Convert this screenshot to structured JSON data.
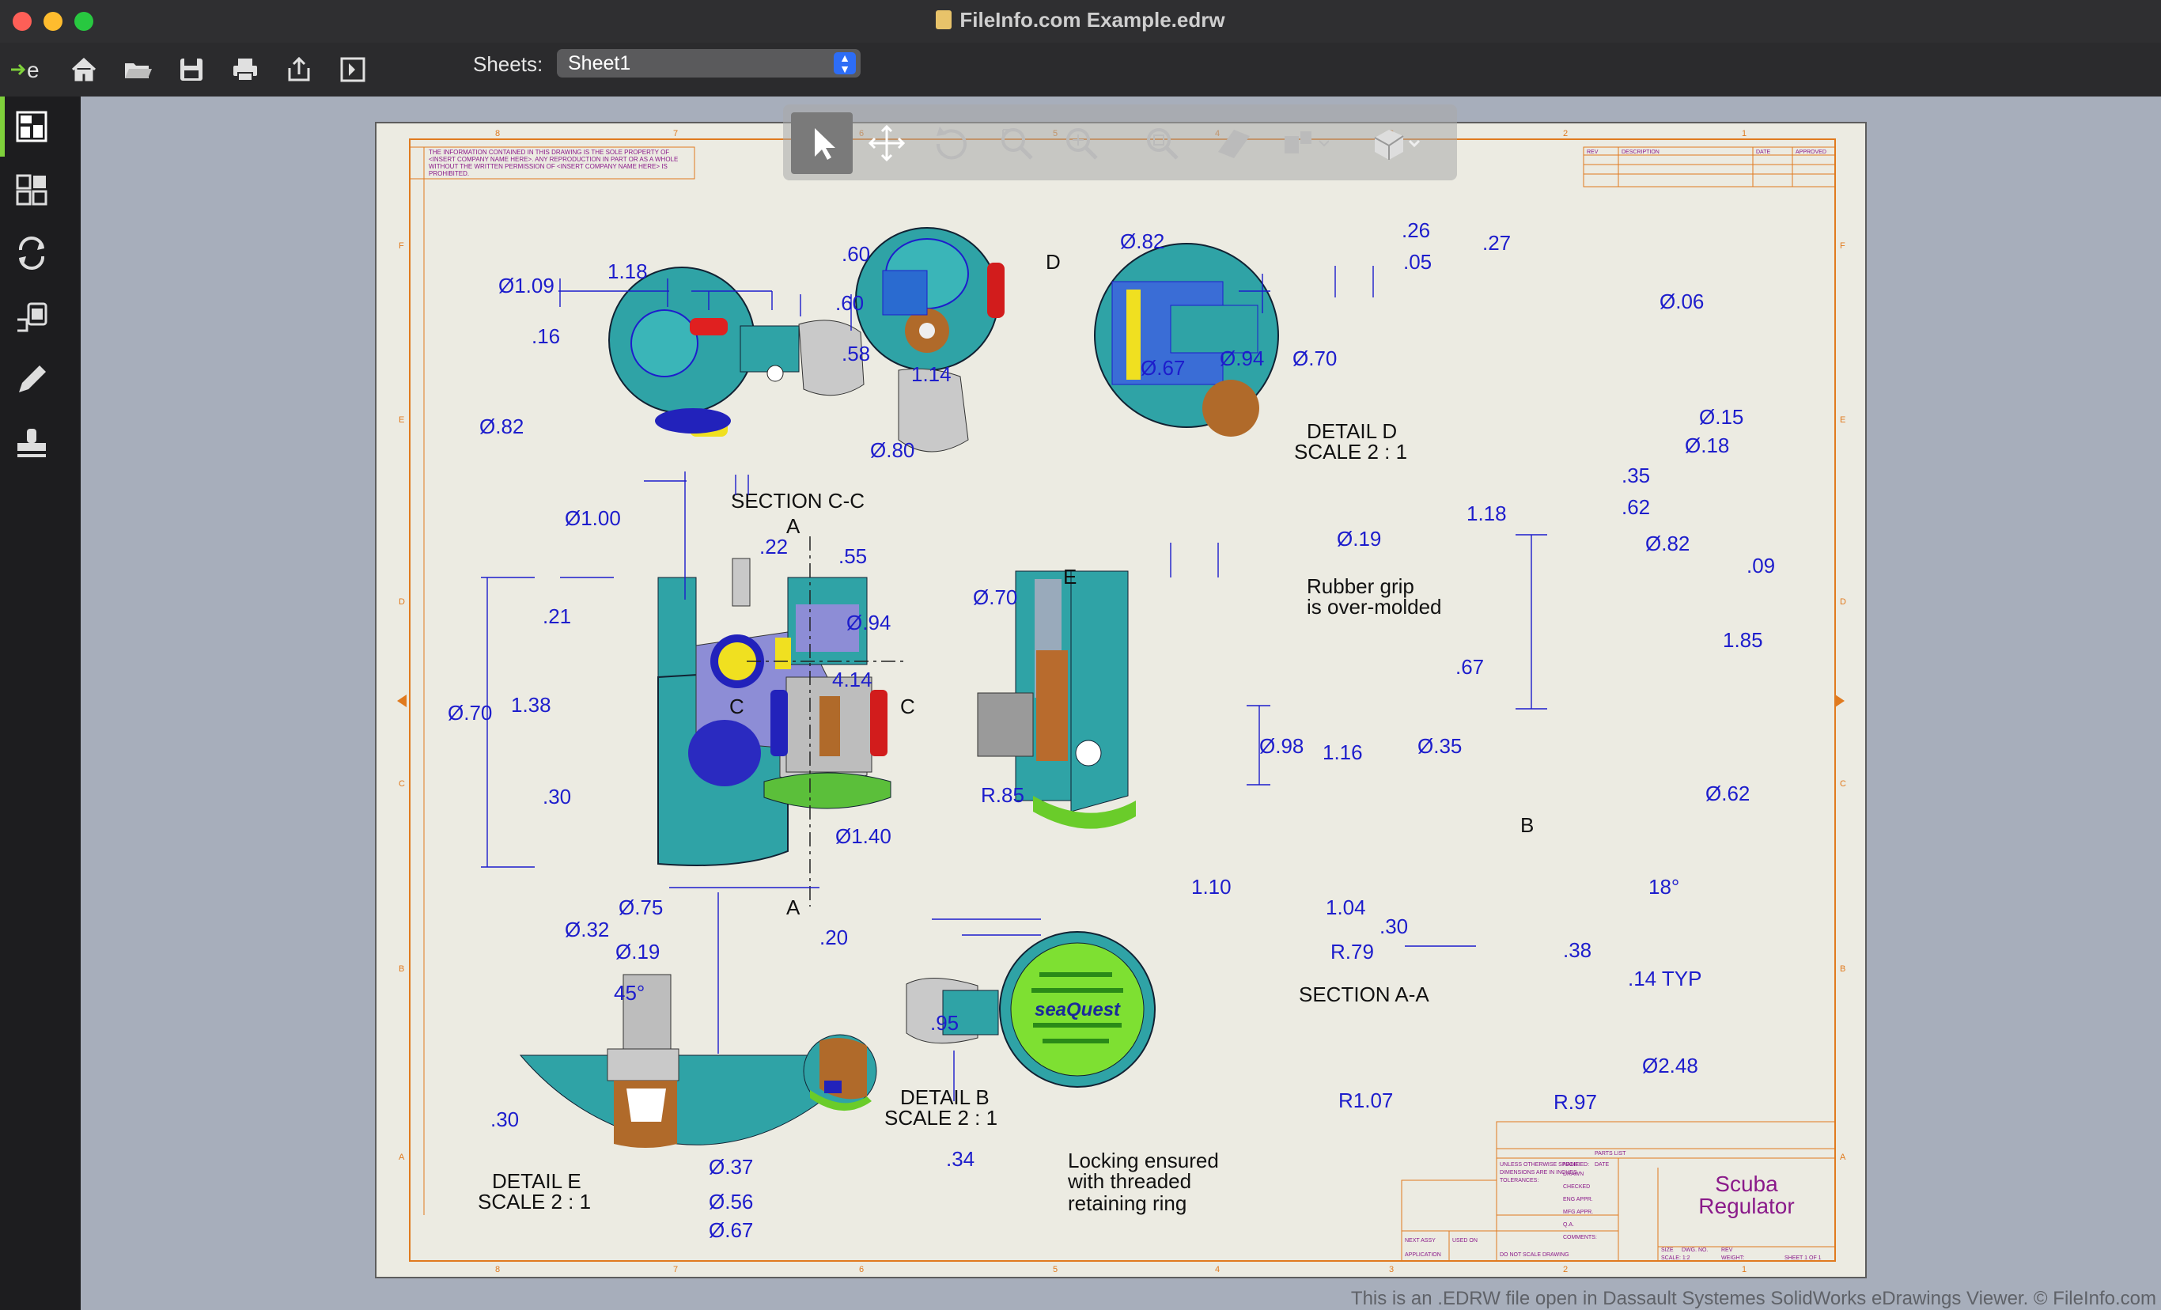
{
  "window": {
    "title": "FileInfo.com Example.edrw"
  },
  "toolbar": {
    "sheets_label": "Sheets:",
    "sheet_selected": "Sheet1",
    "buttons": [
      "eDrawings-logo-icon",
      "home-icon",
      "open-folder-icon",
      "save-icon",
      "print-icon",
      "share-icon",
      "sidebar-toggle-icon"
    ]
  },
  "sidebar": {
    "items": [
      "sheet-view-icon",
      "components-icon",
      "reload-icon",
      "parts-stack-icon",
      "markup-pen-icon",
      "stamp-icon"
    ]
  },
  "view_tools": [
    "select-arrow-icon",
    "pan-icon",
    "rotate-icon",
    "zoom-window-icon",
    "zoom-icon",
    "zoom-fit-icon",
    "section-icon",
    "explode-icon",
    "display-style-icon"
  ],
  "drawing": {
    "notice": "THE INFORMATION CONTAINED IN THIS DRAWING IS THE SOLE PROPERTY OF <INSERT COMPANY NAME HERE>. ANY REPRODUCTION IN PART OR AS A WHOLE WITHOUT THE WRITTEN PERMISSION OF <INSERT COMPANY NAME HERE> IS PROHIBITED.",
    "views": {
      "section_cc": "SECTION C-C",
      "section_aa": "SECTION A-A",
      "detail_d_1": "DETAIL D",
      "detail_d_2": "SCALE 2 : 1",
      "detail_b_1": "DETAIL B",
      "detail_b_2": "SCALE 2 : 1",
      "detail_e_1": "DETAIL E",
      "detail_e_2": "SCALE 2 : 1"
    },
    "notes": {
      "rubber_1": "Rubber grip",
      "rubber_2": "is over-molded",
      "lock_1": "Locking ensured",
      "lock_2": "with threaded",
      "lock_3": "retaining ring"
    },
    "dimensions": {
      "tl": [
        "Ø1.09",
        "1.18",
        ".60",
        ".16",
        "1.14",
        "Ø.82",
        "Ø.80"
      ],
      "tc": [
        "Ø.82",
        ".60",
        ".58",
        "Ø.67"
      ],
      "tr": [
        ".26",
        ".27",
        ".05",
        "Ø.06",
        "Ø.94",
        "Ø.70",
        "Ø.15",
        "Ø.18",
        ".35",
        ".62"
      ],
      "ml": [
        "Ø1.00",
        ".22",
        ".55",
        ".21",
        "Ø.94",
        "Ø.70",
        "4.14",
        "1.38",
        ".30",
        "R.85",
        "Ø1.40"
      ],
      "mc": [
        "Ø.70",
        "Ø.98",
        "1.10"
      ],
      "mr": [
        "Ø.19",
        "1.18",
        "Ø.82",
        ".09",
        "1.85",
        ".67",
        "1.16",
        "Ø.35",
        "Ø.62",
        "18°"
      ],
      "bl": [
        "Ø.75",
        "Ø.32",
        "Ø.19",
        ".20",
        "45°",
        ".95",
        ".30",
        "Ø.37",
        ".34",
        "Ø.56",
        "Ø.67"
      ],
      "br": [
        "1.04",
        ".30",
        "R.79",
        ".38",
        ".14 TYP",
        "Ø2.48",
        "R1.07",
        "R.97"
      ]
    },
    "section_letters": [
      "A",
      "A",
      "C",
      "C",
      "D",
      "E",
      "B"
    ],
    "border_cols": [
      "8",
      "7",
      "6",
      "5",
      "4",
      "3",
      "2",
      "1"
    ],
    "border_rows": [
      "F",
      "E",
      "D",
      "C",
      "B",
      "A"
    ],
    "title_block": {
      "title_1": "Scuba",
      "title_2": "Regulator",
      "brand": "seaQuest",
      "small_labels": [
        "UNLESS OTHERWISE SPECIFIED:",
        "DIMENSIONS ARE IN INCHES",
        "TOLERANCES:",
        "NAME",
        "DATE",
        "DRAWN",
        "CHECKED",
        "ENG APPR.",
        "MFG APPR.",
        "Q.A.",
        "COMMENTS:",
        "SIZE",
        "DWG. NO.",
        "REV",
        "SCALE: 1:2",
        "WEIGHT:",
        "SHEET 1 OF 1",
        "APPLICATION",
        "DO NOT SCALE DRAWING",
        "NEXT ASSY",
        "USED ON",
        "PARTS LIST",
        "REV",
        "DESCRIPTION",
        "DATE",
        "APPROVED"
      ]
    }
  },
  "footer": {
    "credit": "This is an .EDRW file open in Dassault Systemes SolidWorks eDrawings Viewer. © FileInfo.com"
  },
  "colors": {
    "dim": "#1d1dcc",
    "border": "#e07a1f",
    "title": "#8a1a8a",
    "accent": "#7fd13b"
  }
}
